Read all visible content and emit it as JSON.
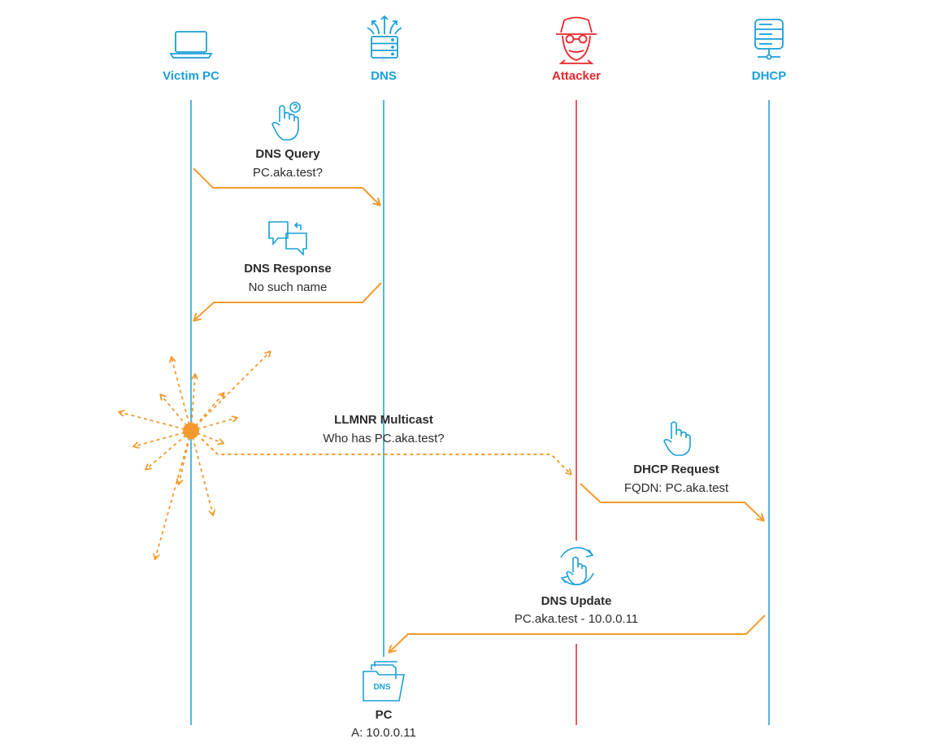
{
  "actors": [
    {
      "id": "victim",
      "label": "Victim PC",
      "color": "#1a9fd8"
    },
    {
      "id": "dns",
      "label": "DNS",
      "color": "#1a9fd8"
    },
    {
      "id": "attacker",
      "label": "Attacker",
      "color": "#e8262c"
    },
    {
      "id": "dhcp",
      "label": "DHCP",
      "color": "#1a9fd8"
    }
  ],
  "messages": {
    "dns_query": {
      "title": "DNS Query",
      "detail": "PC.aka.test?"
    },
    "dns_response": {
      "title": "DNS Response",
      "detail": "No such name"
    },
    "llmnr": {
      "title": "LLMNR Multicast",
      "detail": "Who has PC.aka.test?"
    },
    "dhcp_request": {
      "title": "DHCP Request",
      "detail": "FQDN: PC.aka.test"
    },
    "dns_update": {
      "title": "DNS Update",
      "detail": "PC.aka.test - 10.0.0.11"
    },
    "record": {
      "title": "PC",
      "detail": "A: 10.0.0.11",
      "badge": "DNS"
    }
  },
  "colors": {
    "arrow": "#f39a2e",
    "lifeline_blue": "#1a9fd8",
    "lifeline_red": "#e8262c",
    "icon": "#1a9fd8",
    "text": "#2b2b2b"
  },
  "icons": [
    "laptop-icon",
    "server-upload-icon",
    "spy-icon",
    "server-icon",
    "hand-question-icon",
    "chat-bubbles-icon",
    "hand-pointer-icon",
    "hand-refresh-icon",
    "dns-folder-icon"
  ]
}
